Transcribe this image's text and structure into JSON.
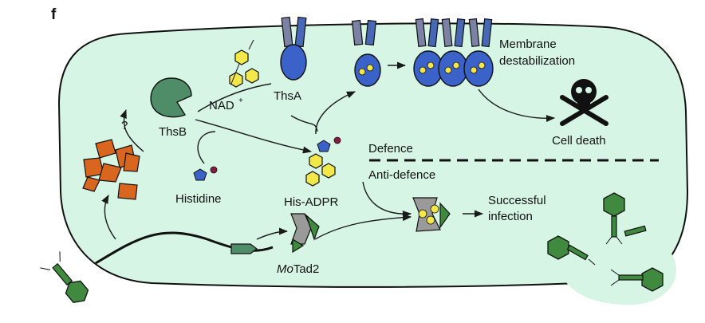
{
  "panel_letter": "f",
  "labels": {
    "question": "?",
    "thsb": "ThsB",
    "nad": "NAD",
    "nad_sup": "+",
    "thsa": "ThsA",
    "membrane_1": "Membrane",
    "membrane_2": "destabilization",
    "cell_death": "Cell death",
    "defence": "Defence",
    "anti_defence": "Anti-defence",
    "his_adpr": "His-ADPR",
    "histidine": "Histidine",
    "success_1": "Successful",
    "success_2": "infection",
    "motad2_italic": "Mo",
    "motad2_rest": "Tad2"
  },
  "colors": {
    "cell_fill": "#d6f5e5",
    "outline": "#111111",
    "thsb_green": "#4f8c68",
    "orange": "#d9661f",
    "blue": "#3b62c9",
    "yellow": "#f2e84a",
    "phage_green": "#3f8a3f",
    "gray": "#9a9a9a",
    "membrane_blue": "#4769b5",
    "membrane_gray": "#7b82a4"
  }
}
